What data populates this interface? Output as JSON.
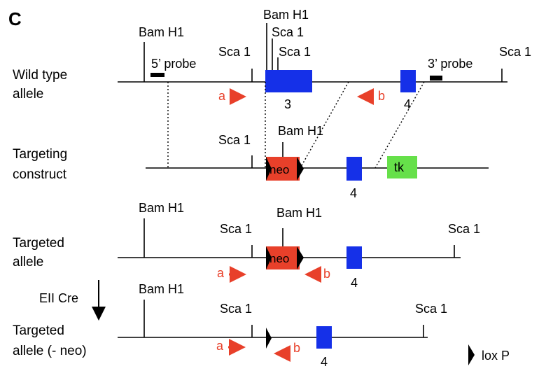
{
  "panel_letter": "C",
  "rows": {
    "wild_type": {
      "label_line1": "Wild type",
      "label_line2": "allele",
      "bam_left": "Bam H1",
      "bam_mid": "Bam H1",
      "sca_a": "Sca 1",
      "sca_b": "Sca 1",
      "sca_c": "Sca 1",
      "sca_right": "Sca 1",
      "probe5": "5’ probe",
      "probe3": "3’ probe",
      "exon3": "3",
      "exon4": "4",
      "primer_a": "a",
      "primer_b": "b"
    },
    "construct": {
      "label_line1": "Targeting",
      "label_line2": "construct",
      "sca": "Sca 1",
      "bam": "Bam H1",
      "neo": "neo",
      "tk": "tk",
      "exon4": "4"
    },
    "targeted": {
      "label_line1": "Targeted",
      "label_line2": "allele",
      "bam_left": "Bam H1",
      "bam_mid": "Bam H1",
      "sca": "Sca 1",
      "sca_right": "Sca 1",
      "neo": "neo",
      "exon4": "4",
      "primer_a": "a",
      "primer_b": "b"
    },
    "targeted_neo": {
      "label_line1": "Targeted",
      "label_line2": "allele (- neo)",
      "bam_left": "Bam H1",
      "sca": "Sca 1",
      "sca_right": "Sca 1",
      "exon4": "4",
      "primer_a": "a",
      "primer_b": "b"
    }
  },
  "cre_label": "EII Cre",
  "legend_loxp": "lox P",
  "colors": {
    "exon": "#1530e8",
    "neo": "#e8402a",
    "tk": "#66e04a",
    "primer": "#e8402a",
    "line": "#000000"
  }
}
